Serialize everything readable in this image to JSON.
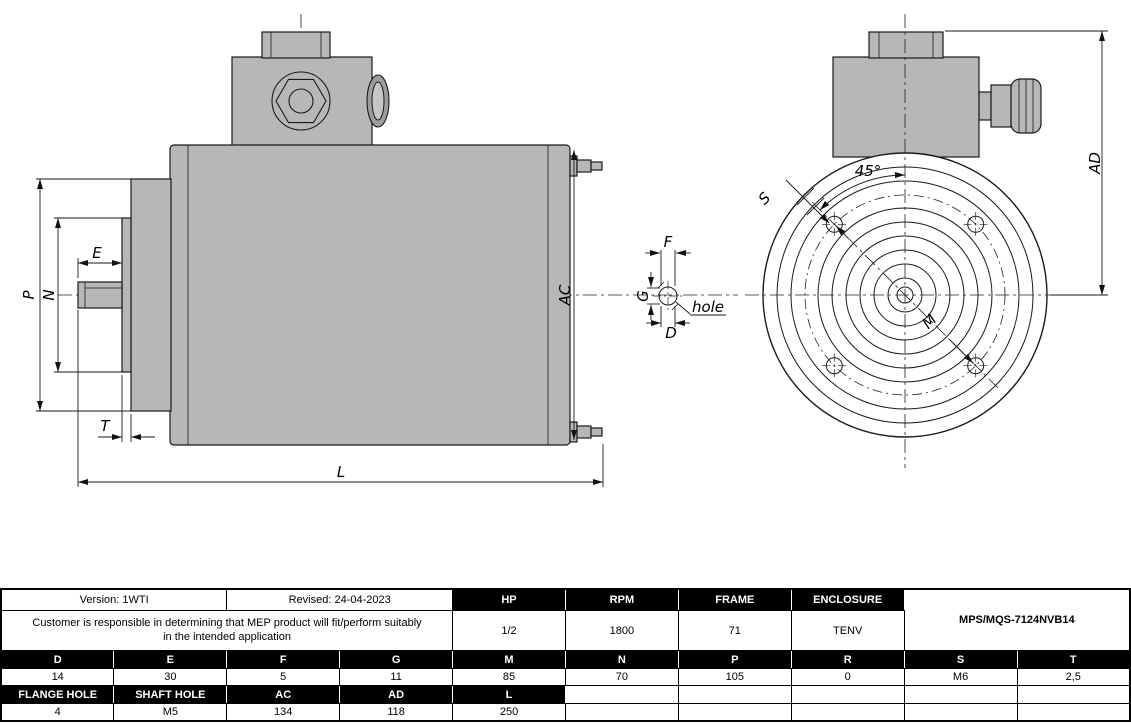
{
  "colors": {
    "part_fill": "#b7b7b7",
    "line": "#1a1a1a",
    "header_bg": "#000000",
    "header_text": "#ffffff"
  },
  "drawing": {
    "side": {
      "P": "P",
      "N": "N",
      "E": "E",
      "T": "T",
      "L": "L",
      "AC": "AC"
    },
    "detail": {
      "F": "F",
      "G": "G",
      "D": "D",
      "hole": "hole"
    },
    "front": {
      "angle": "45°",
      "S": "S",
      "M": "M",
      "AD": "AD"
    }
  },
  "table": {
    "version": "Version: 1WTI",
    "revised": "Revised: 24-04-2023",
    "disclaimer": "Customer is responsible in determining that MEP product will fit/perform suitably in the intended application",
    "model": "MPS/MQS-7124NVB14",
    "spec_headers": [
      "HP",
      "RPM",
      "FRAME",
      "ENCLOSURE"
    ],
    "spec_values": [
      "1/2",
      "1800",
      "71",
      "TENV"
    ],
    "dim_headers": [
      "D",
      "E",
      "F",
      "G",
      "M",
      "N",
      "P",
      "R",
      "S",
      "T"
    ],
    "dim_values": [
      "14",
      "30",
      "5",
      "11",
      "85",
      "70",
      "105",
      "0",
      "M6",
      "2,5"
    ],
    "dim2_headers": [
      "FLANGE HOLE",
      "SHAFT HOLE",
      "AC",
      "AD",
      "L"
    ],
    "dim2_values": [
      "4",
      "M5",
      "134",
      "118",
      "250"
    ]
  }
}
